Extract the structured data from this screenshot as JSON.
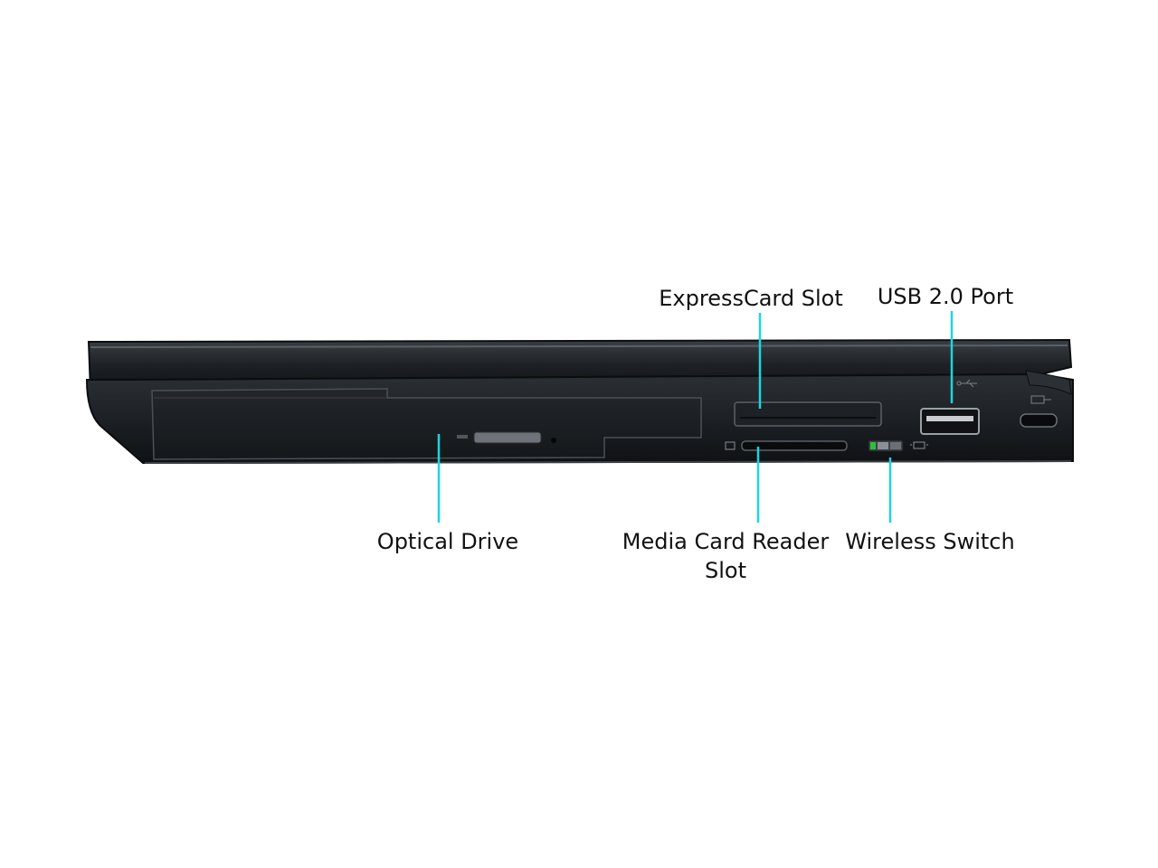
{
  "colors": {
    "background": "#ffffff",
    "leader_line": "#1ed4e0",
    "chassis": "#202428",
    "chassis_dark": "#111418",
    "switch_indicator": "#2fbf3a"
  },
  "callouts": {
    "expresscard": {
      "label": "ExpressCard Slot"
    },
    "usb": {
      "label": "USB 2.0 Port"
    },
    "optical": {
      "label": "Optical Drive"
    },
    "media_card": {
      "label_line1": "Media Card Reader",
      "label_line2": "Slot"
    },
    "wireless": {
      "label": "Wireless Switch"
    }
  },
  "icons": {
    "usb": "usb-symbol-icon",
    "lock": "security-lock-icon",
    "card": "card-reader-icon",
    "wireless": "wireless-antenna-icon"
  }
}
